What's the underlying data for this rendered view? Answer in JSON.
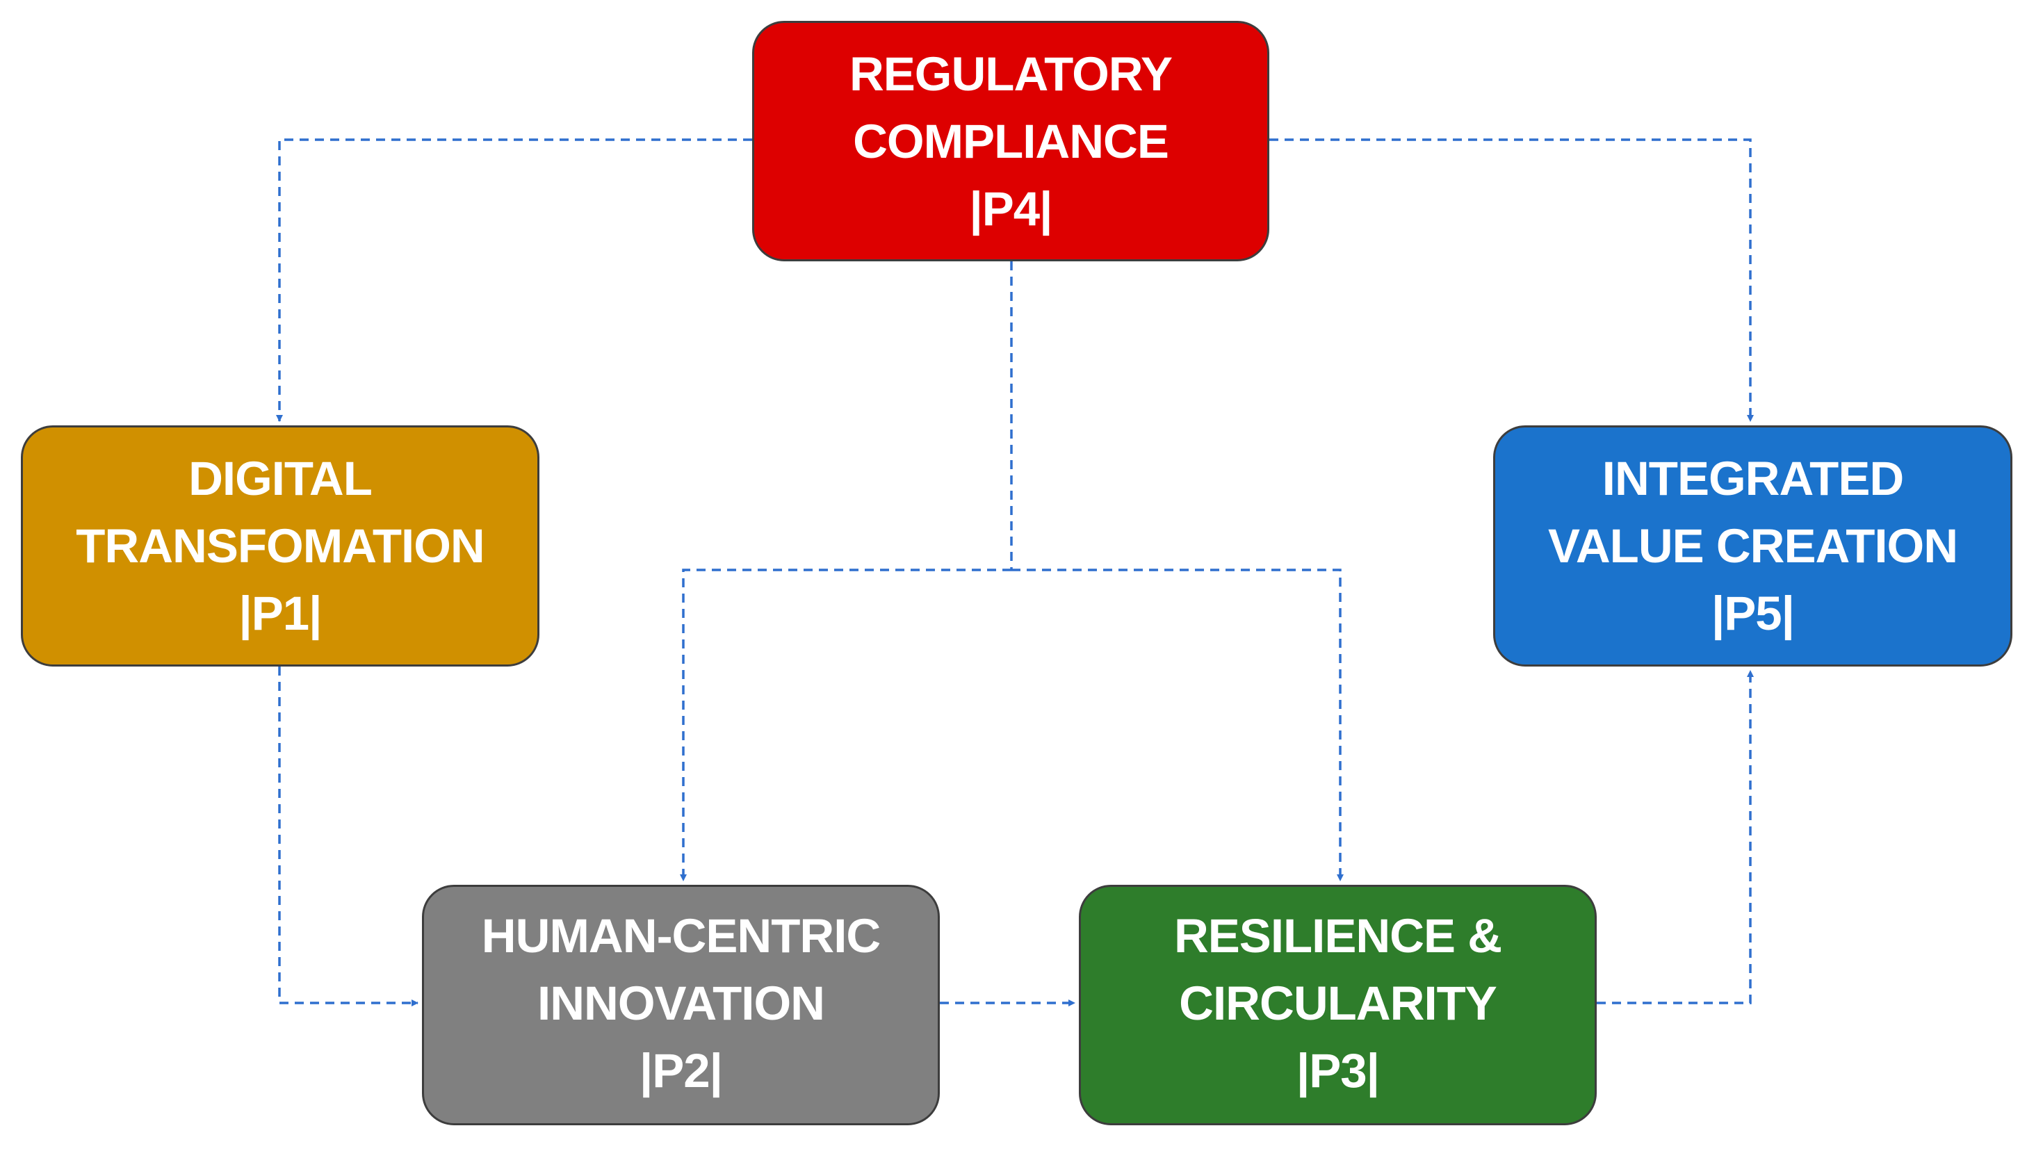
{
  "diagram": {
    "nodes": {
      "p4": {
        "line1": "REGULATORY",
        "line2": "COMPLIANCE",
        "code": "|P4|",
        "color": "#dd0000"
      },
      "p1": {
        "line1": "DIGITAL",
        "line2": "TRANSFOMATION",
        "code": "|P1|",
        "color": "#d09000"
      },
      "p5": {
        "line1": "INTEGRATED",
        "line2": "VALUE CREATION",
        "code": "|P5|",
        "color": "#1b73cc"
      },
      "p2": {
        "line1": "HUMAN-CENTRIC",
        "line2": "INNOVATION",
        "code": "|P2|",
        "color": "#808080"
      },
      "p3": {
        "line1": "RESILIENCE &",
        "line2": "CIRCULARITY",
        "code": "|P3|",
        "color": "#2e7d2b"
      }
    },
    "edges": [
      {
        "from": "p4",
        "to": "p1"
      },
      {
        "from": "p4",
        "to": "p5"
      },
      {
        "from": "p4",
        "to": "p2"
      },
      {
        "from": "p4",
        "to": "p3"
      },
      {
        "from": "p1",
        "to": "p2"
      },
      {
        "from": "p2",
        "to": "p3"
      },
      {
        "from": "p3",
        "to": "p5"
      }
    ],
    "connector_color": "#2f6fce"
  }
}
